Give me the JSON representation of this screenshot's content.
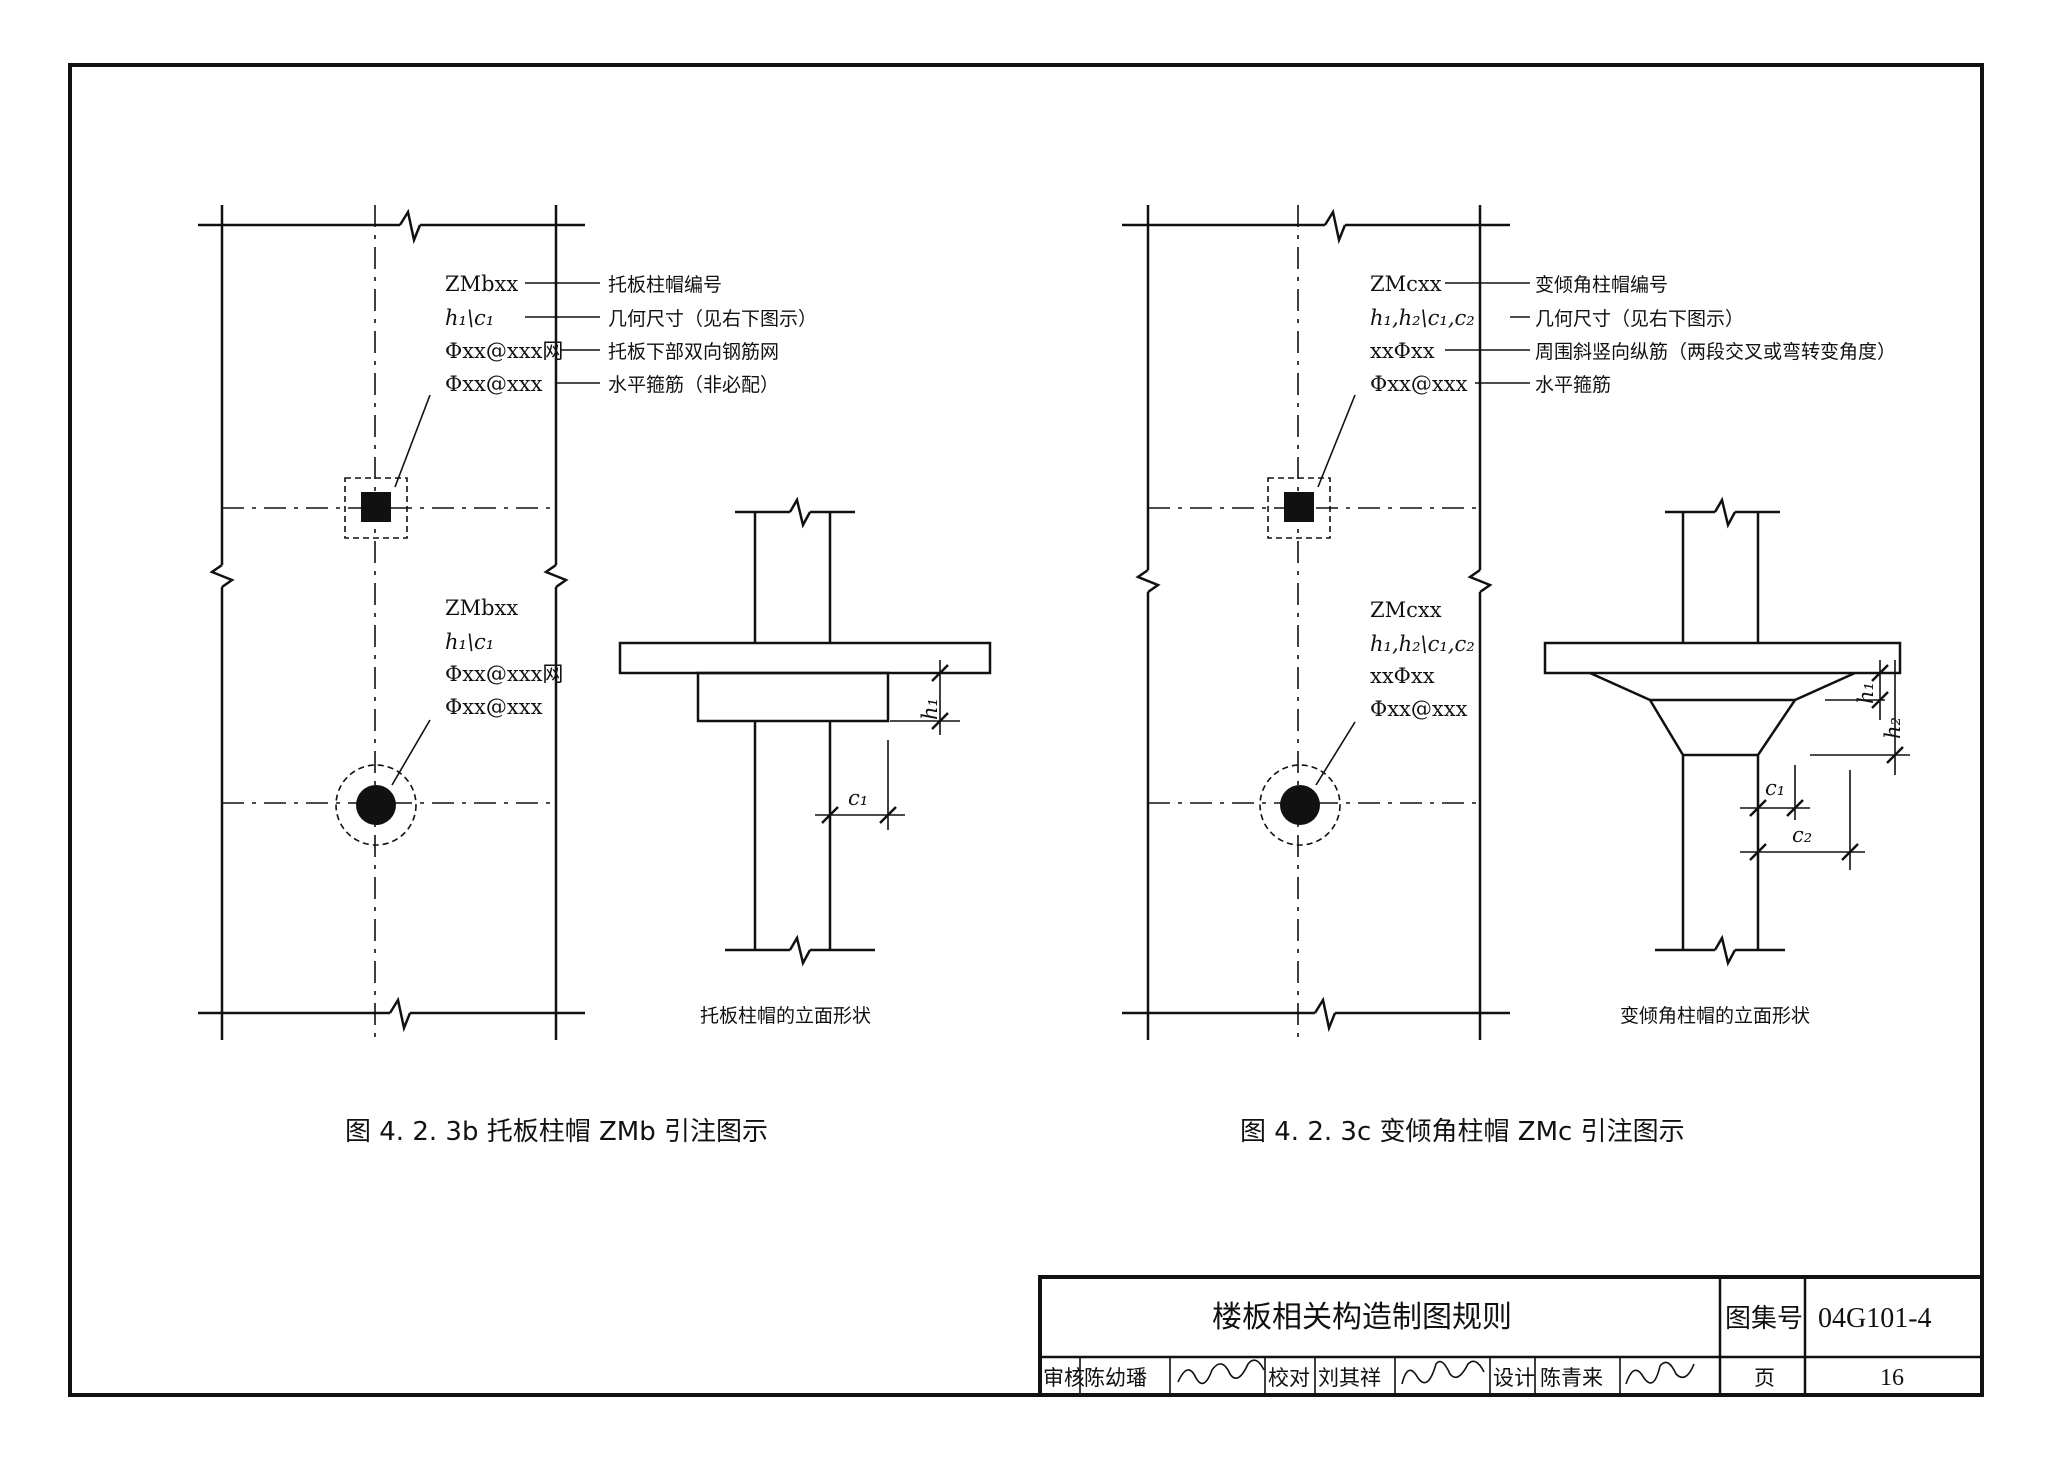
{
  "left": {
    "callout_top": [
      {
        "code": "ZMbxx",
        "desc": "托板柱帽编号"
      },
      {
        "code": "h₁\\c₁",
        "desc": "几何尺寸（见右下图示）"
      },
      {
        "code": "Φxx@xxx网",
        "desc": "托板下部双向钢筋网"
      },
      {
        "code": "Φxx@xxx",
        "desc": "水平箍筋（非必配）"
      }
    ],
    "callout_bottom": [
      "ZMbxx",
      "h₁\\c₁",
      "Φxx@xxx网",
      "Φxx@xxx"
    ],
    "elevation_caption": "托板柱帽的立面形状",
    "dim_h1": "h₁",
    "dim_c1": "c₁",
    "figure_caption": "图 4. 2. 3b  托板柱帽 ZMb 引注图示"
  },
  "right": {
    "callout_top": [
      {
        "code": "ZMcxx",
        "desc": "变倾角柱帽编号"
      },
      {
        "code": "h₁,h₂\\c₁,c₂",
        "desc": "几何尺寸（见右下图示）"
      },
      {
        "code": "xxΦxx",
        "desc": "周围斜竖向纵筋（两段交叉或弯转变角度）"
      },
      {
        "code": "Φxx@xxx",
        "desc": "水平箍筋"
      }
    ],
    "callout_bottom": [
      "ZMcxx",
      "h₁,h₂\\c₁,c₂",
      "xxΦxx",
      "Φxx@xxx"
    ],
    "elevation_caption": "变倾角柱帽的立面形状",
    "dim_h1": "h₁",
    "dim_h2": "h₂",
    "dim_c1": "c₁",
    "dim_c2": "c₂",
    "figure_caption": "图 4. 2. 3c  变倾角柱帽 ZMc 引注图示"
  },
  "title_block": {
    "title": "楼板相关构造制图规则",
    "atlas_label": "图集号",
    "atlas_no": "04G101-4",
    "review_label": "审核",
    "reviewer": "陈幼璠",
    "check_label": "校对",
    "checker": "刘其祥",
    "design_label": "设计",
    "designer": "陈青来",
    "page_label": "页",
    "page_no": "16"
  }
}
